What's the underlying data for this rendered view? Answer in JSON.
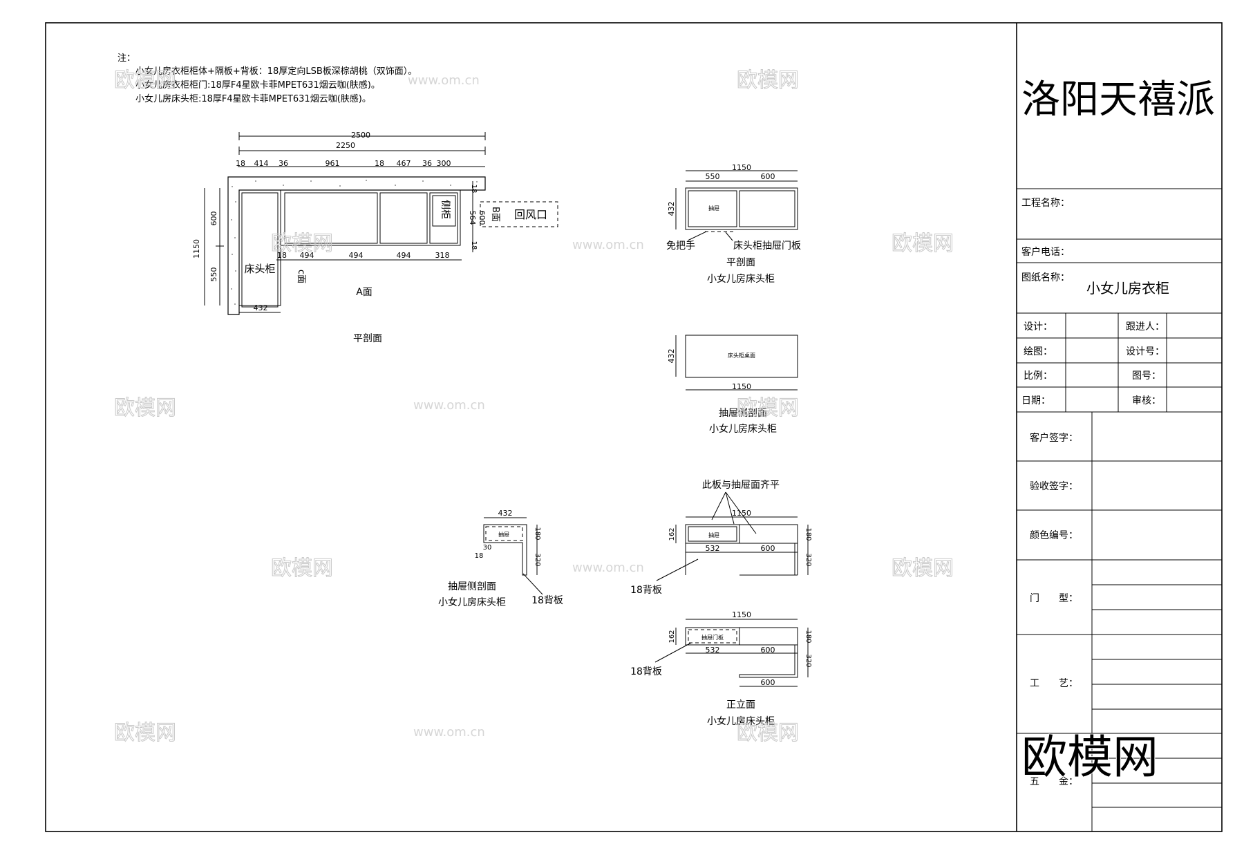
{
  "notes": {
    "label": "注：",
    "line1": "小女儿房衣柜柜体+隔板+背板：18厚定向LSB板深棕胡桃（双饰面）。",
    "line2": "小女儿房衣柜柜门:18厚F4星欧卡菲MPET631烟云咖(肤感)。",
    "line3": "小女儿房床头柜:18厚F4星欧卡菲MPET631烟云咖(肤感)。"
  },
  "plan": {
    "dim_2500": "2500",
    "dim_2250": "2250",
    "top_dims": [
      "18",
      "414",
      "36",
      "961",
      "18",
      "467",
      "36",
      "300"
    ],
    "bottom_dims": [
      "18",
      "494",
      "494",
      "494",
      "318"
    ],
    "left_dims": [
      "1150",
      "600",
      "550"
    ],
    "right_dims": [
      "18",
      "564",
      "600",
      "18"
    ],
    "dim_432": "432",
    "side_cabinet": "侧柜",
    "b_face": "B面",
    "return_vent": "回风口",
    "bedside_cabinet": "床头柜",
    "c_face": "c面",
    "a_face": "A面",
    "caption": "平剖面"
  },
  "drawer_plan": {
    "dim_1150": "1150",
    "dim_550": "550",
    "dim_600": "600",
    "dim_432": "432",
    "drawer": "抽屉",
    "no_handle": "免把手",
    "drawer_door": "床头柜抽屉门板",
    "caption1": "平剖面",
    "caption2": "小女儿房床头柜"
  },
  "desktop": {
    "dim_432": "432",
    "dim_1150": "1150",
    "label": "床头柜桌面",
    "caption1": "抽屉侧剖面",
    "caption2": "小女儿房床头柜"
  },
  "side_section": {
    "dim_432": "432",
    "drawer": "抽屉",
    "dim_30": "30",
    "dim_18": "18",
    "dim_180": "180",
    "dim_320": "320",
    "back_panel": "18背板",
    "caption1": "抽屉侧剖面",
    "caption2": "小女儿房床头柜"
  },
  "front_upper": {
    "flush_note": "此板与抽屉面齐平",
    "dim_1150": "1150",
    "dim_162": "162",
    "drawer": "抽屉",
    "dim_532": "532",
    "dim_600": "600",
    "dim_180": "180",
    "dim_320": "320",
    "back_panel": "18背板"
  },
  "front_lower": {
    "dim_1150": "1150",
    "dim_162": "162",
    "drawer_door": "抽屉门板",
    "dim_532": "532",
    "dim_600": "600",
    "dim_600b": "600",
    "dim_180": "180",
    "dim_320": "320",
    "back_panel": "18背板",
    "caption1": "正立面",
    "caption2": "小女儿房床头柜"
  },
  "title_block": {
    "company": "洛阳天禧派",
    "project_name": "工程名称：",
    "client_phone": "客户电话：",
    "drawing_name_label": "图纸名称：",
    "drawing_name": "小女儿房衣柜",
    "design": "设计：",
    "follow_up": "跟进人：",
    "drawn": "绘图：",
    "design_no": "设计号：",
    "scale": "比例：",
    "drawing_no": "图号：",
    "date": "日期：",
    "review": "审核：",
    "client_sign": "客户签字：",
    "acceptance_sign": "验收签字：",
    "color_code": "颜色编号：",
    "door_type": "门　　型：",
    "craft": "工　　艺：",
    "hardware": "五　　金："
  },
  "watermark": {
    "logo": "欧模网",
    "url": "www.om.cn"
  }
}
